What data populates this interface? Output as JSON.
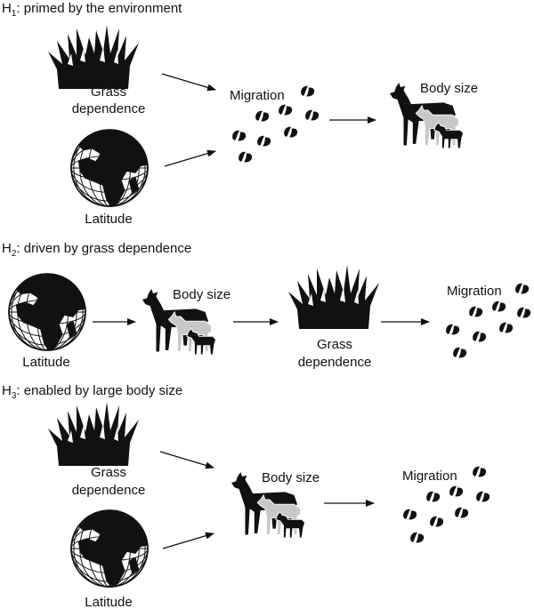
{
  "panels": [
    {
      "heading": {
        "prefix": "H",
        "sub": "1",
        "text": ": primed by the environment"
      },
      "grass_label": [
        "Grass",
        "dependence"
      ],
      "latitude_label": "Latitude",
      "body_size_label": "Body size",
      "migration_label": "Migration"
    },
    {
      "heading": {
        "prefix": "H",
        "sub": "2",
        "text": ": driven by grass dependence"
      },
      "grass_label": [
        "Grass",
        "dependence"
      ],
      "latitude_label": "Latitude",
      "body_size_label": "Body size",
      "migration_label": "Migration"
    },
    {
      "heading": {
        "prefix": "H",
        "sub": "3",
        "text": ": enabled by large body size"
      },
      "grass_label": [
        "Grass",
        "dependence"
      ],
      "latitude_label": "Latitude",
      "body_size_label": "Body size",
      "migration_label": "Migration"
    }
  ],
  "icons": {
    "grass": "grass-tuft-icon",
    "globe": "globe-icon",
    "animals": "deer-family-icon",
    "hoofprints": "hoofprints-icon"
  },
  "colors": {
    "ink": "#111111",
    "light_animal": "#c8c8c8",
    "background": "#ffffff"
  }
}
